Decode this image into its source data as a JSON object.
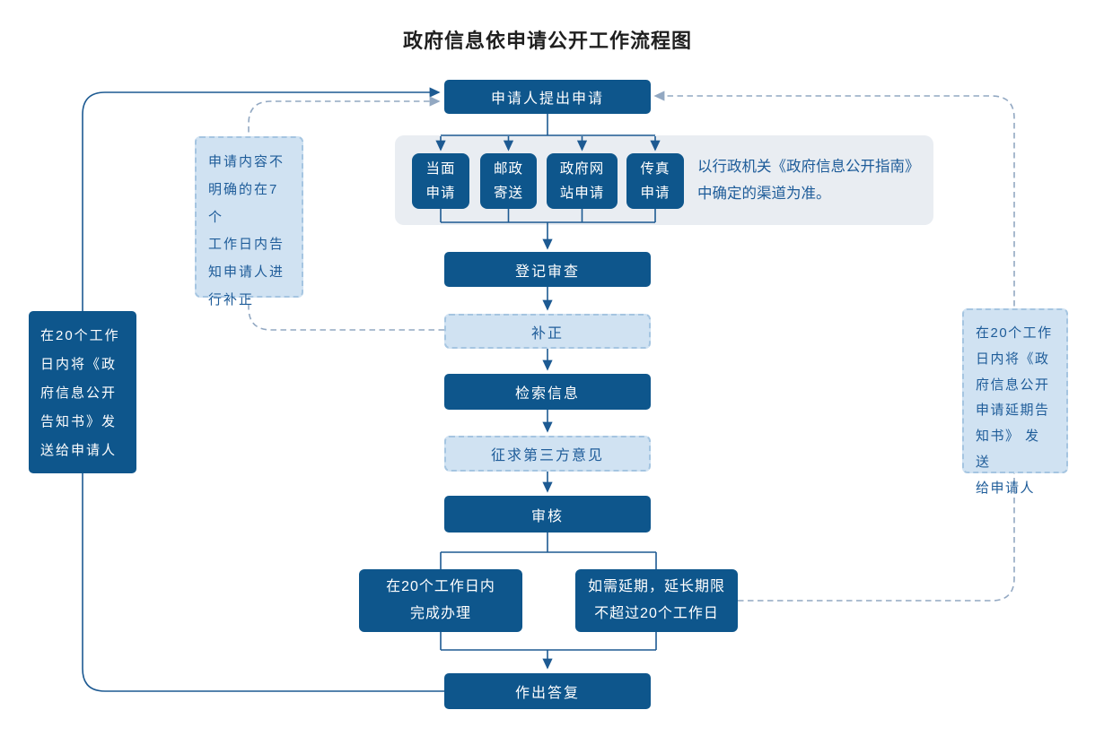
{
  "title": "政府信息依申请公开工作流程图",
  "flow": {
    "apply": "申请人提出申请",
    "register": "登记审查",
    "correct": "补正",
    "search": "检索信息",
    "third_party": "征求第三方意见",
    "review": "审核",
    "complete": "在20个工作日内\n完成办理",
    "extend": "如需延期，延长期限\n不超过20个工作日",
    "reply": "作出答复"
  },
  "channels": {
    "boxes": [
      "当面\n申请",
      "邮政\n寄送",
      "政府网\n站申请",
      "传真\n申请"
    ],
    "note": "以行政机关《政府信息公开指南》\n中确定的渠道为准。"
  },
  "annotations": {
    "reply_notice": "在20个工作\n日内将《政\n府信息公开\n告知书》发\n送给申请人",
    "correction_notice": "申请内容不\n明确的在7个\n工作日内告\n知申请人进\n行补正",
    "extension_notice": "在20个工作\n日内将《政\n府信息公开\n申请延期告\n知书》 发送\n给申请人"
  },
  "colors": {
    "node_dark": "#0e568c",
    "node_light_fill": "#d0e2f2",
    "node_light_border": "#a5c5e1",
    "panel_bg": "#e9edf2",
    "line_solid": "#1d5a92",
    "line_dashed": "#92a8c2",
    "text_blue": "#1e5c99",
    "title_text": "#1f1f1f"
  }
}
